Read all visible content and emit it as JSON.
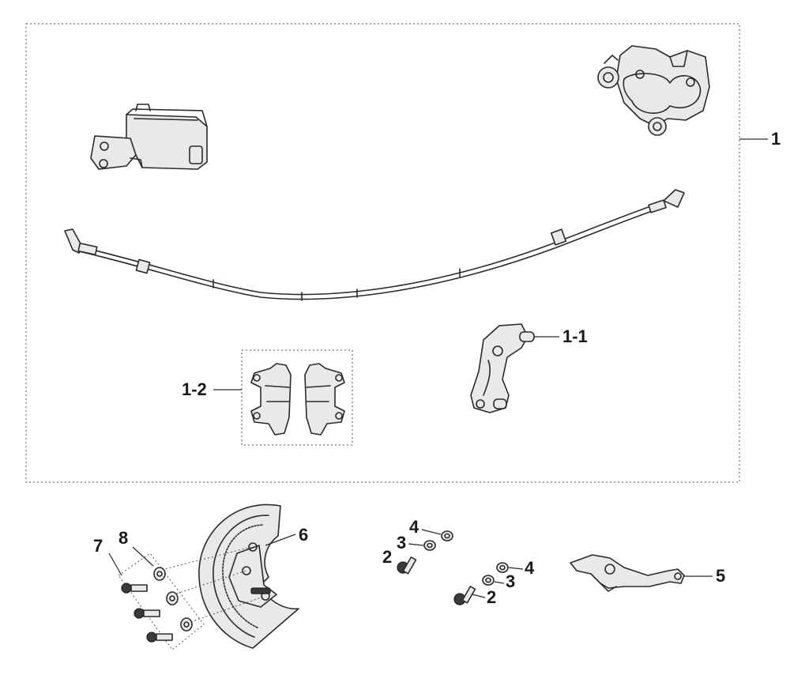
{
  "callouts": {
    "kit": "1",
    "bracket": "1-1",
    "pads": "1-2",
    "bolt_a": "2",
    "bolt_b": "2",
    "washer_small_a": "3",
    "washer_small_b": "3",
    "washer_a": "4",
    "washer_b": "4",
    "lever": "5",
    "disc_guard": "6",
    "guard_bolts": "7",
    "guard_washers": "8"
  }
}
